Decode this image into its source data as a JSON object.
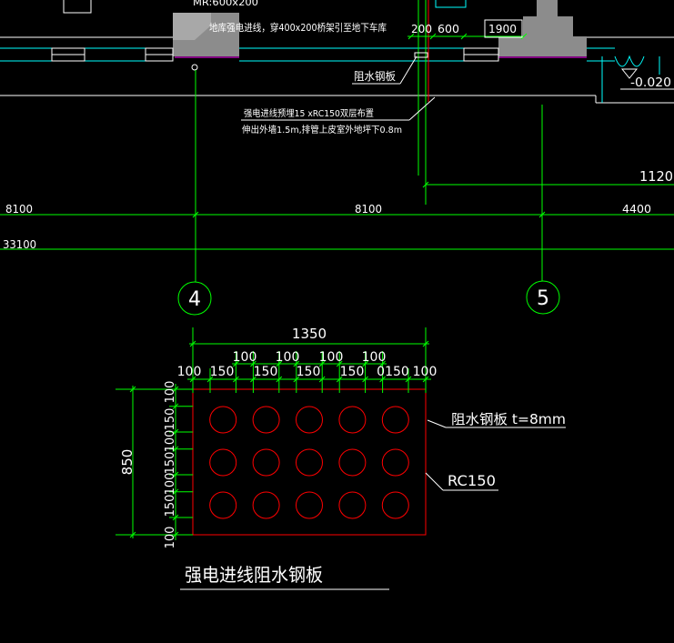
{
  "top": {
    "mr_label": "MR:600x200",
    "cable_note": "地库强电进线，穿400x200桥架引至地下车库",
    "dim_200": "200",
    "dim_600": "600",
    "dim_1900": "1900",
    "waterstop_label": "阻水钢板",
    "conduit_note_1": "强电进线预埋15 xRC150双层布置",
    "conduit_note_2": "伸出外墙1.5m,排管上皮室外地坪下0.8m",
    "elevation": "-0.020",
    "dim_1120": "1120"
  },
  "axis_dims": {
    "span_1": "8100",
    "span_2": "8100",
    "span_3": "4400",
    "total": "33100"
  },
  "grid_axes": [
    "4",
    "5"
  ],
  "detail": {
    "overall_width": "1350",
    "top_dims": [
      "100",
      "100",
      "100",
      "100"
    ],
    "bottom_dims": [
      "100",
      "150",
      "150",
      "150",
      "150",
      "0150",
      "100"
    ],
    "overall_height": "850",
    "side_dims": [
      "100",
      "150",
      "100",
      "150",
      "100",
      "150",
      "100"
    ],
    "plate_label": "阻水钢板  t=8mm",
    "conduit_label": "RC150",
    "title": "强电进线阻水钢板"
  },
  "colors": {
    "background": "#000000",
    "dimension": "#00ff00",
    "annotation": "#ffffff",
    "outline": "#ff0000",
    "wall_fill": "#8c8c8c",
    "wall_fill_light": "#a8a8a8",
    "wall_line": "#00ffff",
    "slab_edge": "#ff00ff"
  }
}
